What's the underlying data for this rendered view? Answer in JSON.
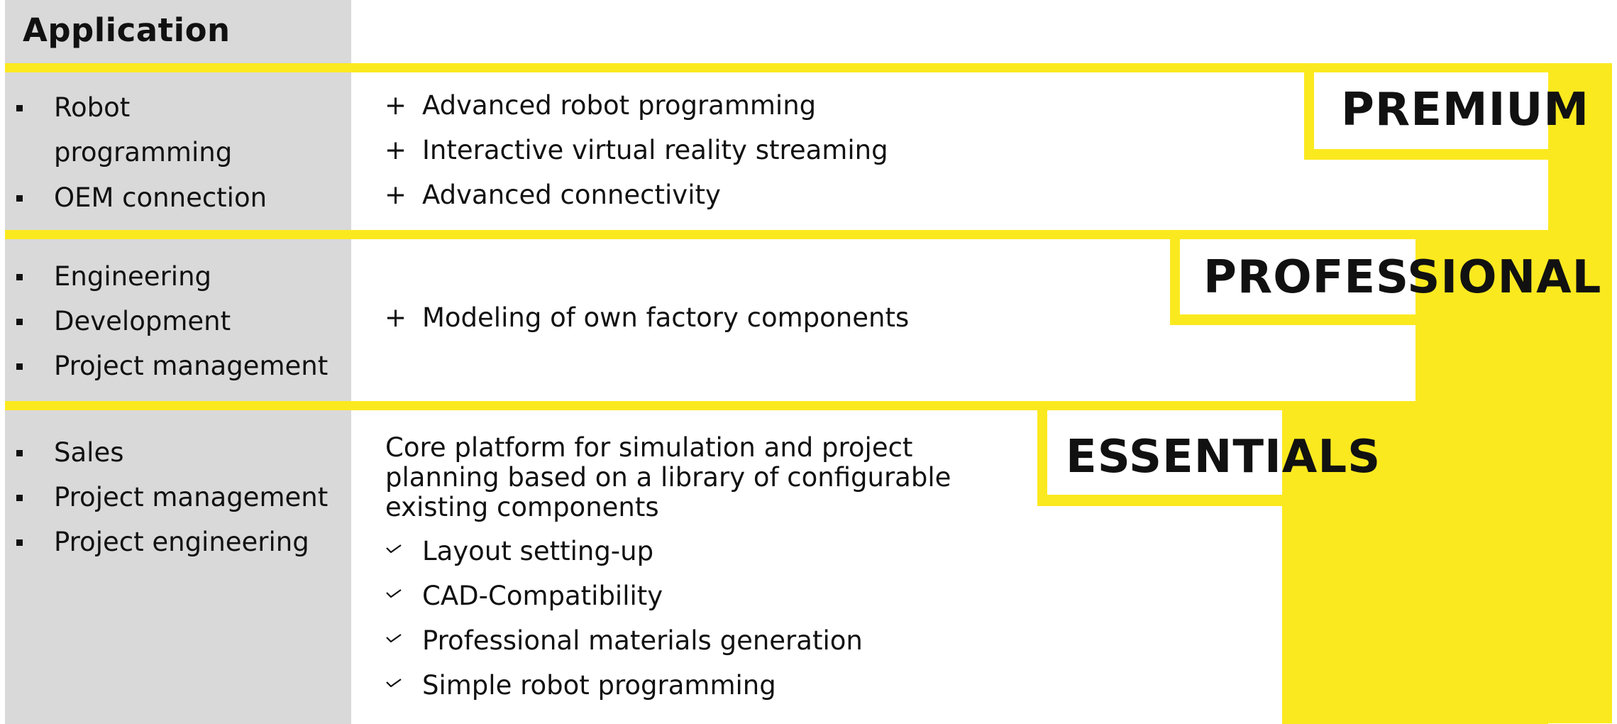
{
  "header": {
    "title": "Application"
  },
  "tiers": {
    "premium": {
      "label": "PREMIUM",
      "applications": [
        "Robot programming",
        "OEM connection"
      ],
      "features": [
        "Advanced robot programming",
        "Interactive virtual reality streaming",
        "Advanced connectivity"
      ]
    },
    "professional": {
      "label": "PROFESSIONAL",
      "applications": [
        "Engineering",
        "Development",
        "Project management"
      ],
      "features": [
        "Modeling of own factory components"
      ]
    },
    "essentials": {
      "label": "ESSENTIALS",
      "applications": [
        "Sales",
        "Project management",
        "Project engineering"
      ],
      "description": "Core platform for simulation and project planning based on a library of configurable existing components",
      "features": [
        "Layout setting-up",
        "CAD-Compatibility",
        "Professional materials generation",
        "Simple robot programming"
      ]
    }
  },
  "symbols": {
    "plus": "+",
    "bullet": "square-bullet",
    "check": "check-icon"
  },
  "colors": {
    "accent": "#fbe91f",
    "sidebar": "#d9d9d9",
    "text": "#111111"
  }
}
